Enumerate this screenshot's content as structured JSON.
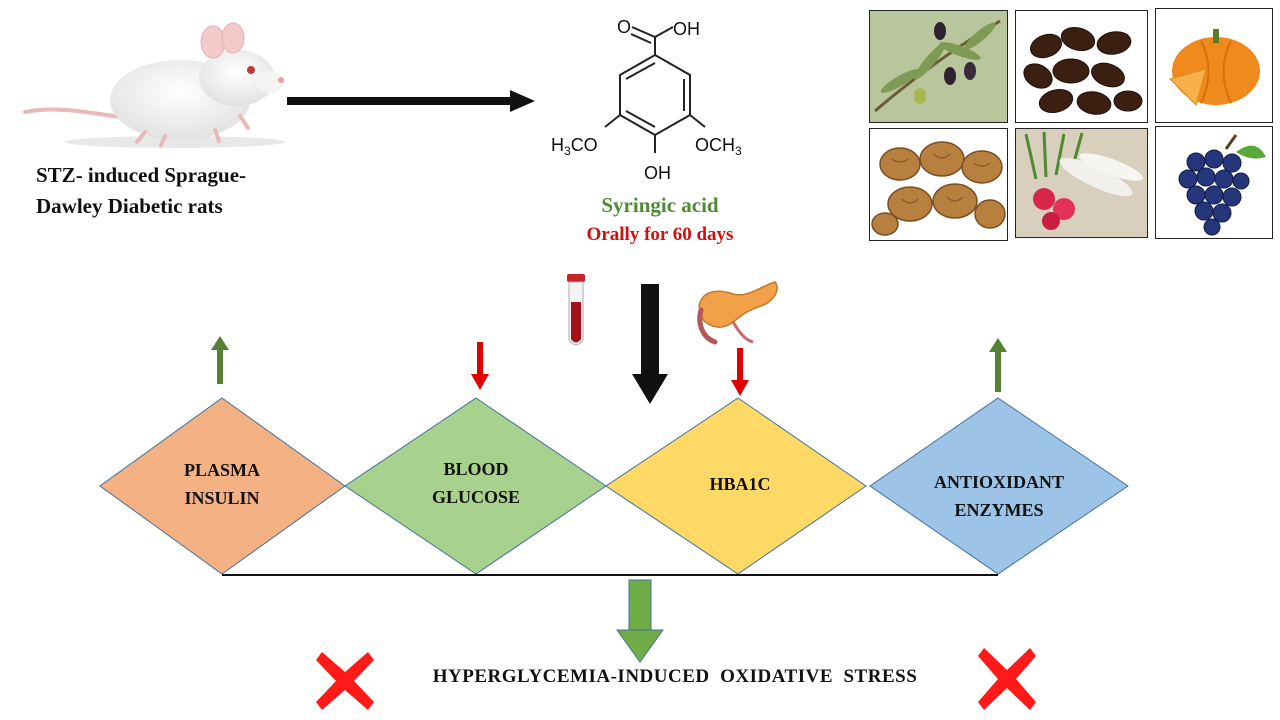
{
  "subject": {
    "label": "STZ- induced Sprague-Dawley Diabetic rats",
    "label_line1": "STZ- induced Sprague-",
    "label_line2": "Dawley Diabetic rats"
  },
  "compound": {
    "name": "Syringic acid",
    "dose": "Orally for 60 days",
    "structure_labels": {
      "cooh_o": "O",
      "cooh_oh": "OH",
      "left_methoxy": "H3CO",
      "right_methoxy": "OCH3",
      "bottom_oh": "OH"
    }
  },
  "food_sources": [
    {
      "icon": "olive-branch-icon"
    },
    {
      "icon": "dates-icon"
    },
    {
      "icon": "pumpkin-icon"
    },
    {
      "icon": "walnuts-icon"
    },
    {
      "icon": "radishes-icon"
    },
    {
      "icon": "grapes-icon"
    }
  ],
  "effects": [
    {
      "line1": "PLASMA",
      "line2": "INSULIN",
      "direction": "up",
      "fill": "#f4b183",
      "arrow_color": "#548235"
    },
    {
      "line1": "BLOOD",
      "line2": "GLUCOSE",
      "direction": "down",
      "fill": "#a9d18e",
      "arrow_color": "#e00000"
    },
    {
      "line1": "HBA1C",
      "line2": "",
      "direction": "down",
      "fill": "#ffd966",
      "arrow_color": "#e00000"
    },
    {
      "line1": "ANTIOXIDANT",
      "line2": "ENZYMES",
      "direction": "up",
      "fill": "#9dc3e6",
      "arrow_color": "#548235"
    }
  ],
  "outcome": {
    "text": "HYPERGLYCEMIA-INDUCED  OXIDATIVE  STRESS",
    "status_icon": "red-x-icon"
  },
  "colors": {
    "green_text": "#4f8a34",
    "red_text": "#d01010",
    "down_arrow_green": "#70ad47"
  }
}
